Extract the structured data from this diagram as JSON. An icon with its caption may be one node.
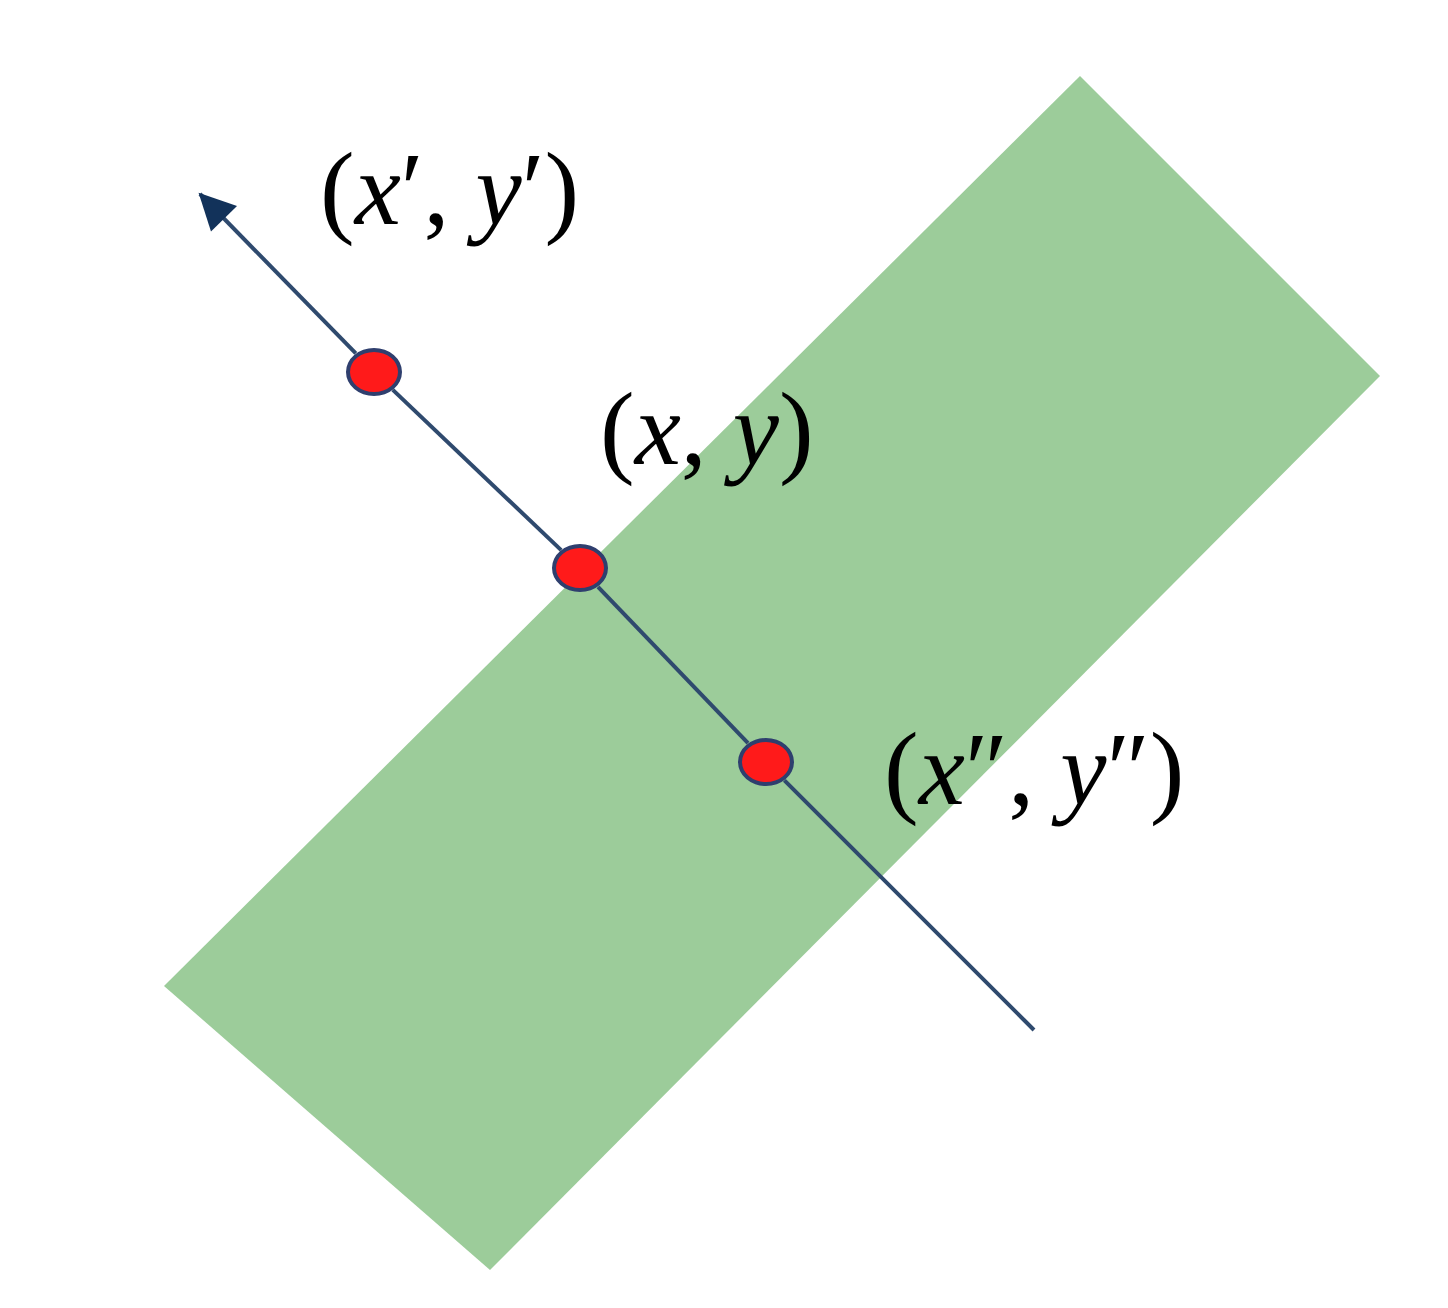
{
  "diagram": {
    "nodes": [
      {
        "text": [],
        "shape": "circle",
        "beside": [
          "(*x*′, *y*′)"
        ]
      },
      {
        "text": [],
        "shape": "circle",
        "beside": [
          "(*x*, *y*)"
        ]
      },
      {
        "text": [],
        "shape": "circle",
        "beside": [
          "(*x*″, *y*″)"
        ]
      }
    ],
    "edges": [
      {
        "from": null,
        "to": 2,
        "arrow": "none"
      },
      {
        "from": 2,
        "to": 1,
        "arrow": "none"
      },
      {
        "from": 1,
        "to": 0,
        "arrow": "none"
      },
      {
        "from": 0,
        "to": null,
        "arrow": "to"
      }
    ]
  }
}
